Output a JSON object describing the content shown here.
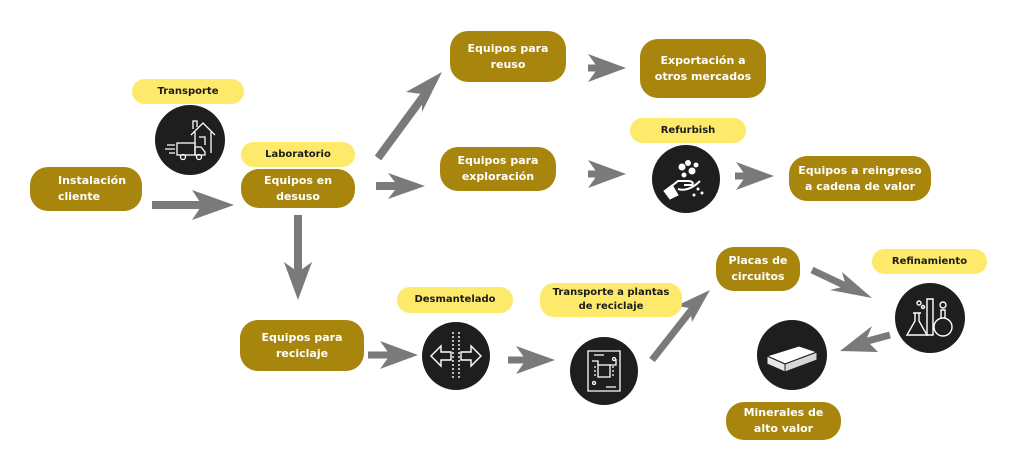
{
  "colors": {
    "node_fill": "#a8850d",
    "node_text": "#ffffff",
    "tag_fill": "#fde96a",
    "tag_text": "#1b1b1b",
    "icon_circle": "#1e1e1e",
    "arrow": "#7a7a7a"
  },
  "nodes": {
    "instalacion_cliente": "Instalación cliente",
    "equipos_en_desuso": "Equipos en desuso",
    "equipos_para_reuso": "Equipos para reuso",
    "exportacion": "Exportación a otros mercados",
    "equipos_para_exploracion": "Equipos para exploración",
    "equipos_reingreso": "Equipos a reingreso a cadena de valor",
    "equipos_para_reciclaje": "Equipos para reciclaje",
    "placas_de_circuitos": "Placas de circuitos",
    "minerales_alto_valor": "Minerales de alto valor"
  },
  "tags": {
    "transporte": "Transporte",
    "laboratorio": "Laboratorio",
    "refurbish": "Refurbish",
    "desmantelado": "Desmantelado",
    "transporte_plantas": "Transporte a plantas de reciclaje",
    "refinamiento": "Refinamiento"
  },
  "icons": {
    "transporte": "delivery-truck-house-icon",
    "refurbish": "hand-with-materials-icon",
    "desmantelado": "split-arrows-icon",
    "transporte_plantas": "circuit-board-icon",
    "refinamiento": "lab-flasks-icon",
    "minerales": "mineral-bar-icon"
  }
}
